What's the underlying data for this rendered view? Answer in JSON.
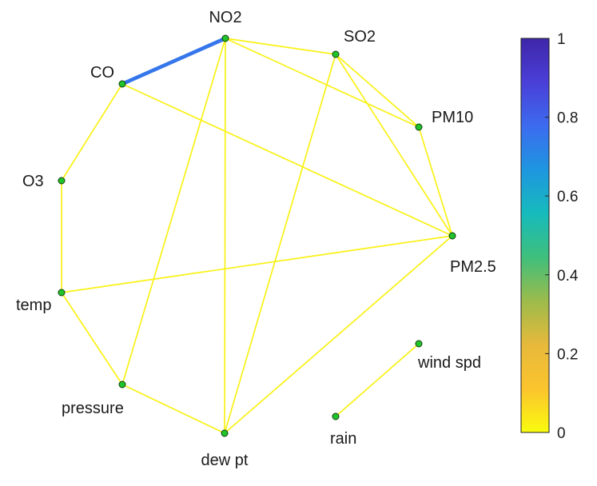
{
  "nodes": [
    {
      "id": "NO2",
      "label": "NO2"
    },
    {
      "id": "SO2",
      "label": "SO2"
    },
    {
      "id": "PM10",
      "label": "PM10"
    },
    {
      "id": "PM2.5",
      "label": "PM2.5"
    },
    {
      "id": "wind spd",
      "label": "wind spd"
    },
    {
      "id": "rain",
      "label": "rain"
    },
    {
      "id": "dew pt",
      "label": "dew pt"
    },
    {
      "id": "pressure",
      "label": "pressure"
    },
    {
      "id": "temp",
      "label": "temp"
    },
    {
      "id": "O3",
      "label": "O3"
    },
    {
      "id": "CO",
      "label": "CO"
    }
  ],
  "edges": [
    {
      "source": "CO",
      "target": "NO2",
      "weight": 0.75
    },
    {
      "source": "NO2",
      "target": "SO2",
      "weight": 0.02
    },
    {
      "source": "NO2",
      "target": "PM10",
      "weight": 0.02
    },
    {
      "source": "NO2",
      "target": "pressure",
      "weight": 0.02
    },
    {
      "source": "NO2",
      "target": "dew pt",
      "weight": 0.02
    },
    {
      "source": "SO2",
      "target": "PM10",
      "weight": 0.02
    },
    {
      "source": "SO2",
      "target": "PM2.5",
      "weight": 0.02
    },
    {
      "source": "SO2",
      "target": "dew pt",
      "weight": 0.02
    },
    {
      "source": "PM10",
      "target": "PM2.5",
      "weight": 0.02
    },
    {
      "source": "CO",
      "target": "PM2.5",
      "weight": 0.02
    },
    {
      "source": "CO",
      "target": "O3",
      "weight": 0.02
    },
    {
      "source": "O3",
      "target": "temp",
      "weight": 0.02
    },
    {
      "source": "temp",
      "target": "PM2.5",
      "weight": 0.02
    },
    {
      "source": "temp",
      "target": "pressure",
      "weight": 0.02
    },
    {
      "source": "pressure",
      "target": "dew pt",
      "weight": 0.02
    },
    {
      "source": "PM2.5",
      "target": "dew pt",
      "weight": 0.02
    },
    {
      "source": "rain",
      "target": "wind spd",
      "weight": 0.02
    }
  ],
  "colorbar": {
    "ticks": [
      "0",
      "0.2",
      "0.4",
      "0.6",
      "0.8",
      "1"
    ],
    "colormap": [
      "#f9fb0e",
      "#fbc42e",
      "#e7b93b",
      "#9dbb4b",
      "#3fbf7c",
      "#16bbbc",
      "#1e96e0",
      "#3c6bef",
      "#4a3fd8",
      "#3e26a8"
    ]
  }
}
